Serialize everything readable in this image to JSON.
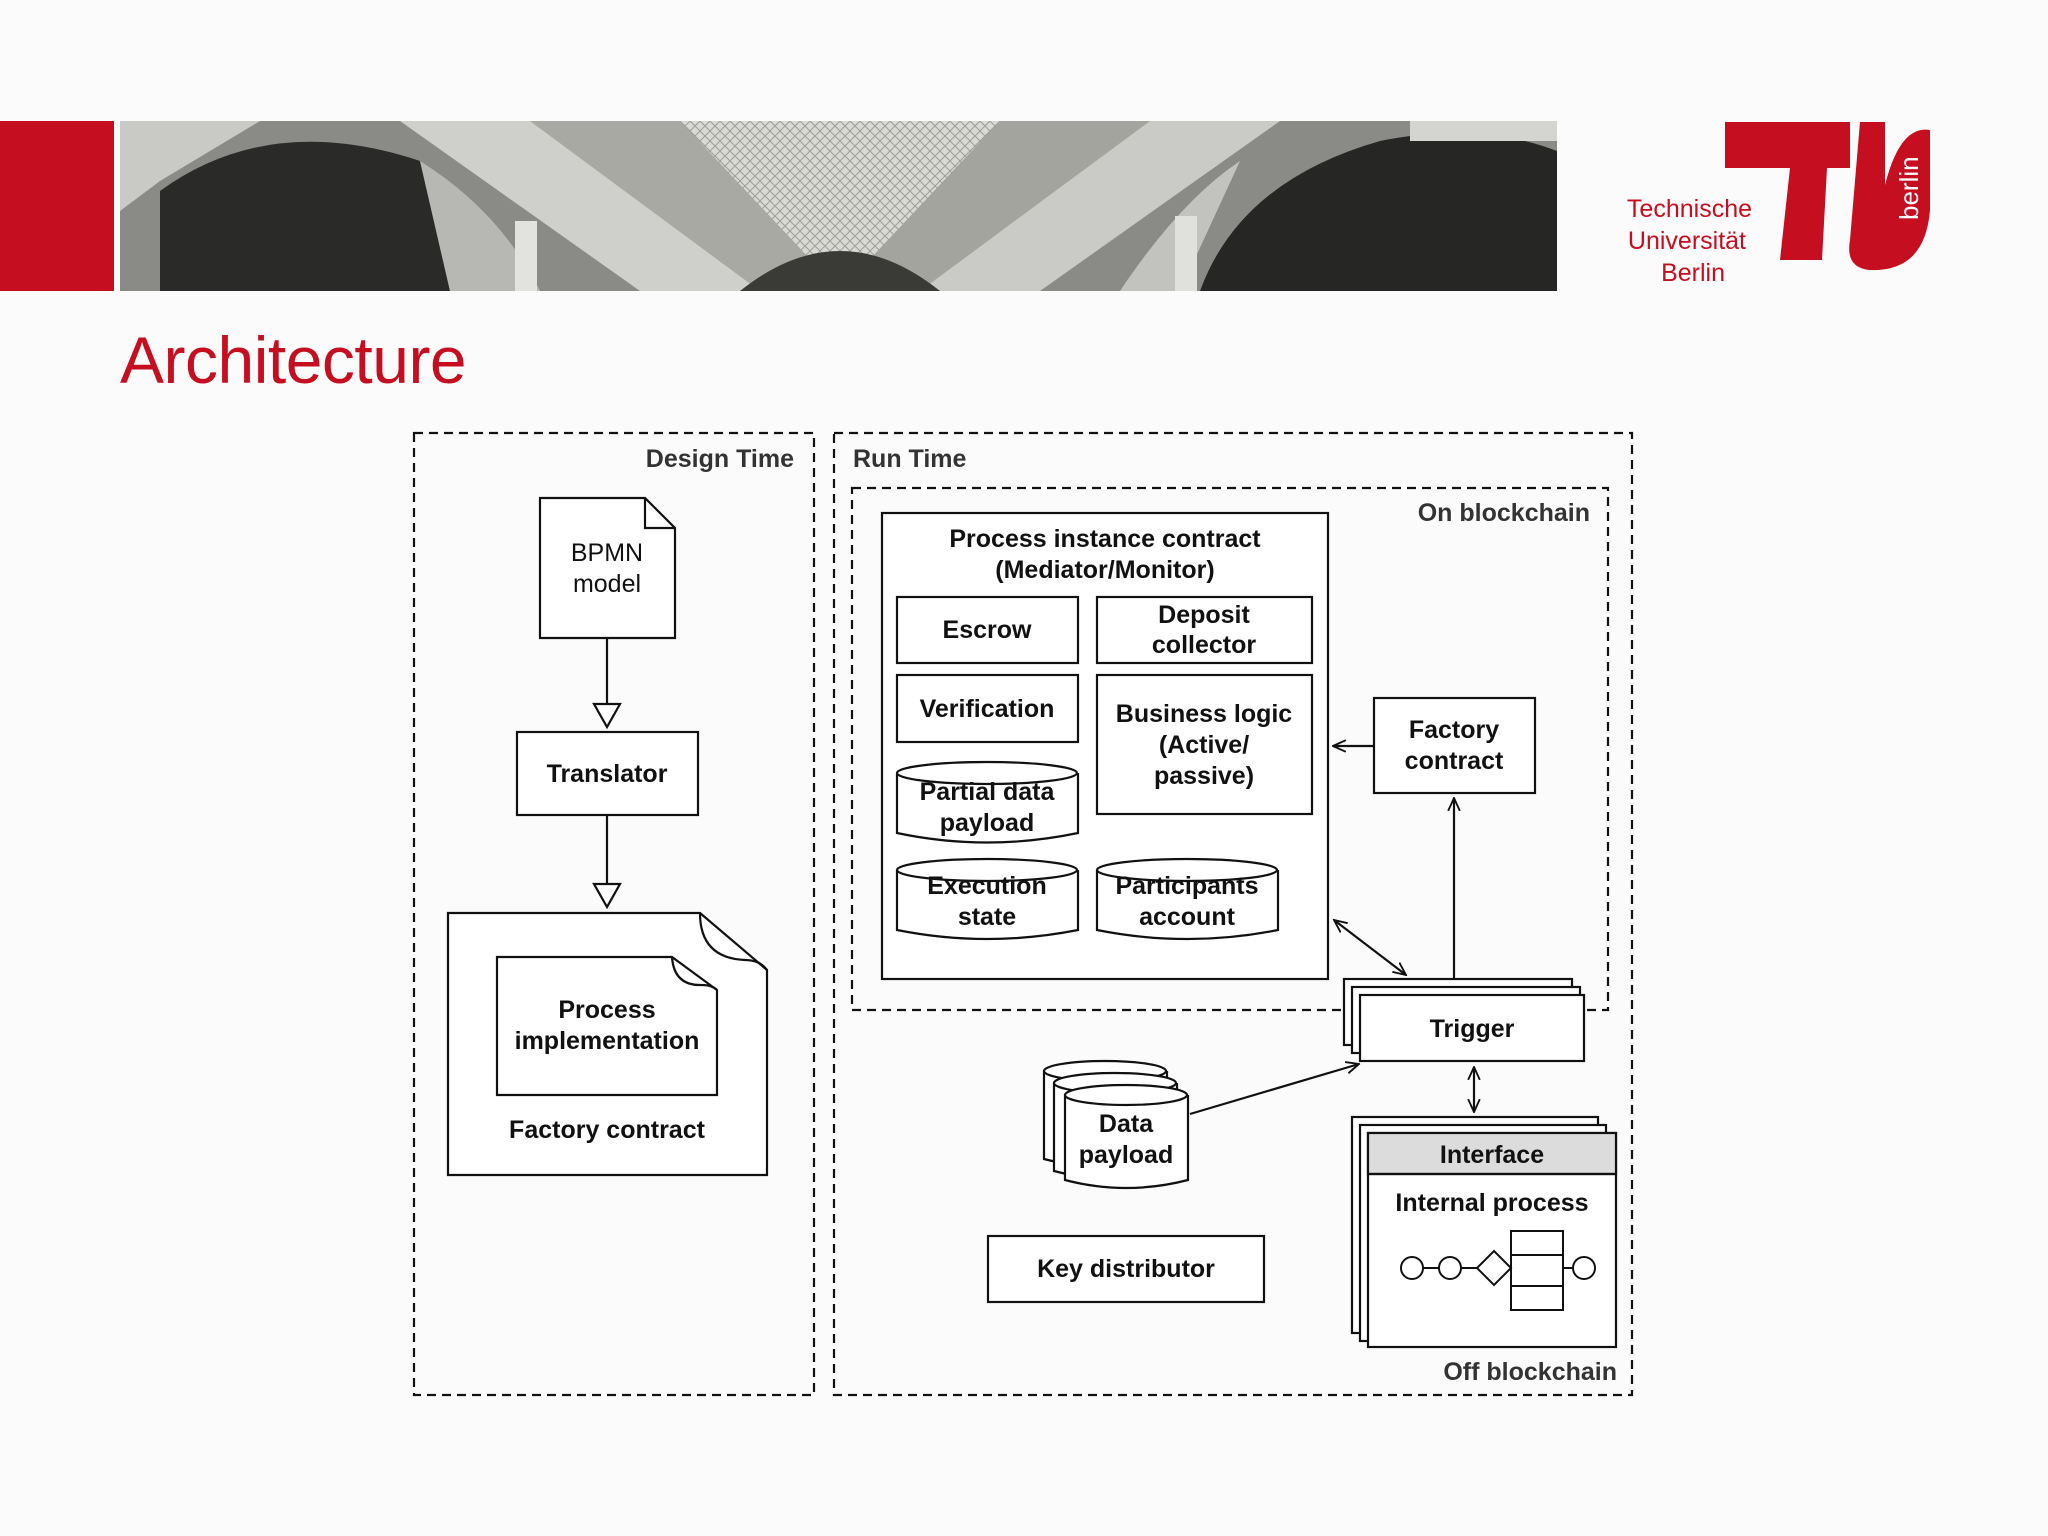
{
  "slide": {
    "title": "Architecture"
  },
  "logo": {
    "line1": "Technische",
    "line2": "Universität",
    "line3": "Berlin",
    "vertical": "berlin",
    "color": "#c50e1f"
  },
  "diagram": {
    "design_time": {
      "label": "Design Time",
      "bpmn_line1": "BPMN",
      "bpmn_line2": "model",
      "translator": "Translator",
      "process_line1": "Process",
      "process_line2": "implementation",
      "factory_contract": "Factory contract"
    },
    "run_time": {
      "label": "Run Time",
      "on_blockchain": "On blockchain",
      "off_blockchain": "Off blockchain",
      "pic_line1": "Process instance contract",
      "pic_line2": "(Mediator/Monitor)",
      "escrow": "Escrow",
      "deposit_line1": "Deposit",
      "deposit_line2": "collector",
      "verification": "Verification",
      "business_line1": "Business logic",
      "business_line2": "(Active/",
      "business_line3": "passive)",
      "partial_line1": "Partial data",
      "partial_line2": "payload",
      "execution_line1": "Execution",
      "execution_line2": "state",
      "participants_line1": "Participants",
      "participants_line2": "account",
      "factory_line1": "Factory",
      "factory_line2": "contract",
      "trigger": "Trigger",
      "data_line1": "Data",
      "data_line2": "payload",
      "key_distributor": "Key distributor",
      "interface": "Interface",
      "internal_process": "Internal process"
    }
  }
}
